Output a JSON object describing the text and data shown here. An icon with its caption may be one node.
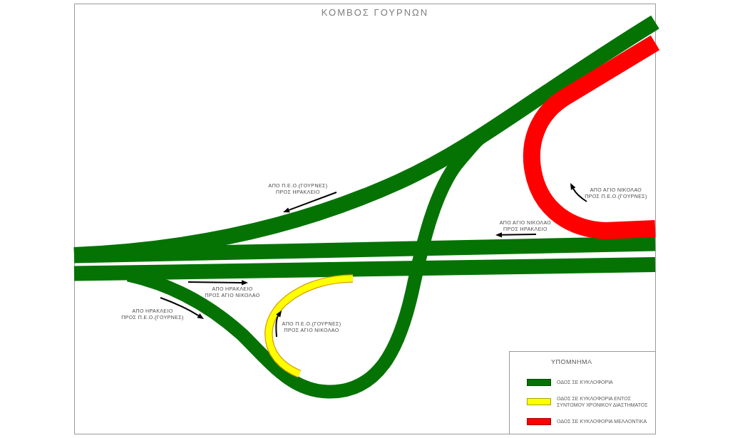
{
  "diagram": {
    "title": "ΚΟΜΒΟΣ ΓΟΥΡΝΩΝ",
    "labels": [
      "ΑΠΟ Π.Ε.Ο.(ΓΟΥΡΝΕΣ) ΠΡΟΣ ΗΡΑΚΛΕΙΟ",
      "ΑΠΟ ΑΓΙΟ ΝΙΚΟΛΑΟ ΠΡΟΣ Π.Ε.Ο.(ΓΟΥΡΝΕΣ)",
      "ΑΠΟ ΑΓΙΟ ΝΙΚΟΛΑΟ ΠΡΟΣ ΗΡΑΚΛΕΙΟ",
      "ΑΠΟ ΗΡΑΚΛΕΙΟ ΠΡΟΣ ΑΓΙΟ ΝΙΚΟΛΑΟ",
      "ΑΠΟ ΗΡΑΚΛΕΙΟ ΠΡΟΣ Π.Ε.Ο.(ΓΟΥΡΝΕΣ)",
      "ΑΠΟ Π.Ε.Ο.(ΓΟΥΡΝΕΣ) ΠΡΟΣ ΑΓΙΟ ΝΙΚΟΛΑΟ",
      "ΥΠΟΜΝΗΜΑ"
    ],
    "legend": [
      {
        "text": "ΟΔΟΣ ΣΕ ΚΥΚΛΟΦΟΡΙΑ",
        "color": "#047304"
      },
      {
        "text": "ΟΔΟΣ ΣΕ ΚΥΚΛΟΦΟΡΙΑ ΕΝΤΟΣ ΣΥΝΤΟΜΟΥ ΧΡΟΝΙΚΟΥ ΔΙΑΣΤΗΜΑΤΟΣ",
        "color": "#ffff00"
      },
      {
        "text": "ΟΔΟΣ ΣΕ ΚΥΚΛΟΦΟΡΙΑ ΜΕΛΛΟΝΤΙΚΑ",
        "color": "#ff0000"
      }
    ]
  }
}
